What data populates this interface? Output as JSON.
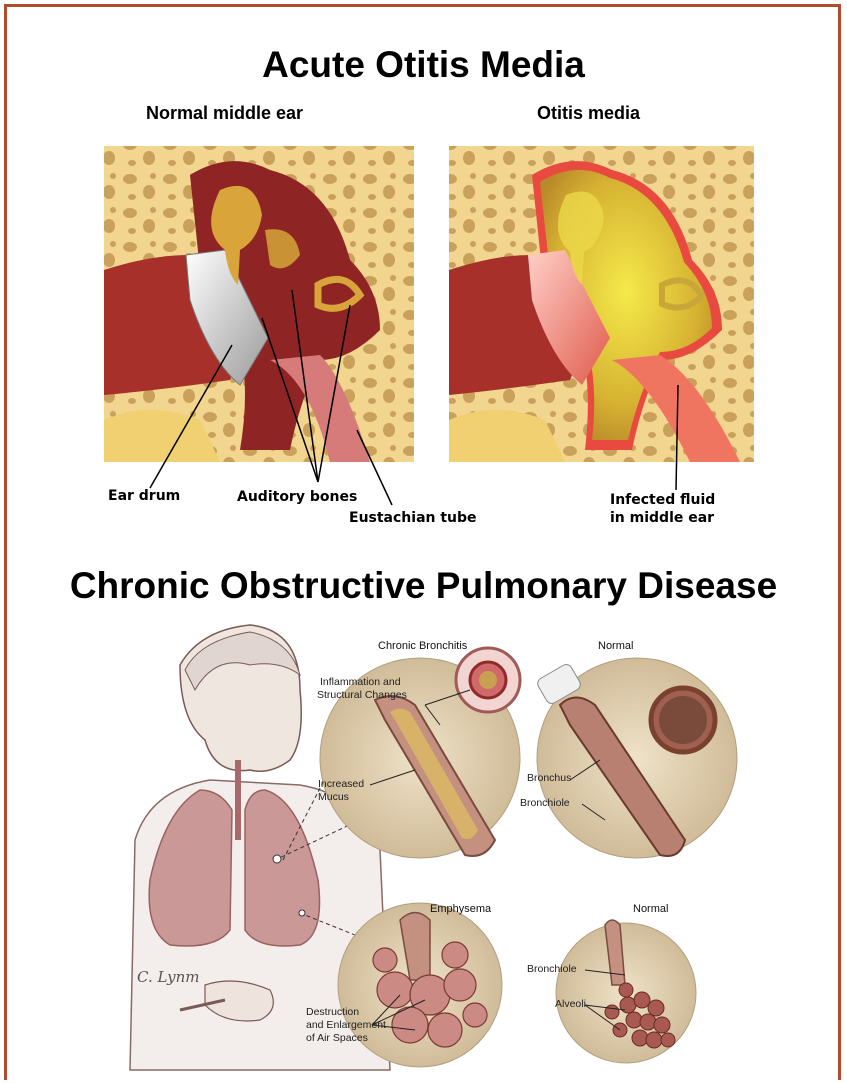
{
  "titles": {
    "top": "Acute Otitis Media",
    "bottom": "Chronic Obstructive Pulmonary Disease"
  },
  "ear": {
    "normal_title": "Normal middle ear",
    "otitis_title": "Otitis media",
    "labels": {
      "ear_drum": "Ear drum",
      "auditory_bones": "Auditory bones",
      "eustachian_tube": "Eustachian tube",
      "infected_line1": "Infected fluid",
      "infected_line2": "in middle ear"
    }
  },
  "copd": {
    "chronic_bronchitis": "Chronic Bronchitis",
    "normal_top": "Normal",
    "emphysema": "Emphysema",
    "normal_bottom": "Normal",
    "labels": {
      "inflam_1": "Inflammation and",
      "inflam_2": "Structural Changes",
      "mucus_1": "Increased",
      "mucus_2": "Mucus",
      "bronchus": "Bronchus",
      "bronchiole_top": "Bronchiole",
      "bronchiole_bottom": "Bronchiole",
      "alveoli": "Alveoli",
      "destruction_1": "Destruction",
      "destruction_2": "and Enlargement",
      "destruction_3": "of Air Spaces"
    },
    "signature": "C. Lynm"
  },
  "colors": {
    "frame": "#b24a2c",
    "bone": "#f1d391",
    "tissue": "#a8302a",
    "infection": "#e8c830"
  }
}
